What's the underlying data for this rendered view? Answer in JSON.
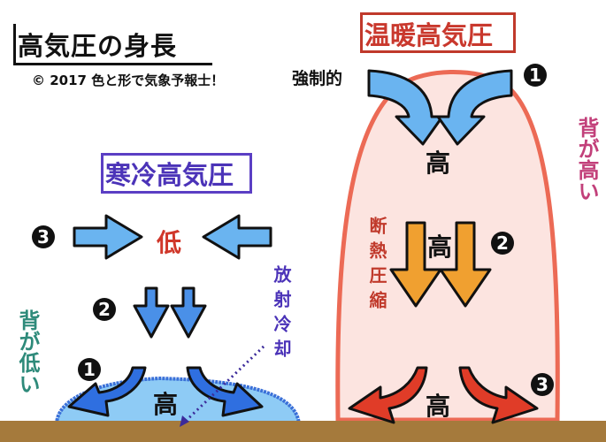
{
  "header": {
    "title": "高気圧の身長",
    "copyright": "© 2017  色と形で気象予報士！"
  },
  "warm_high": {
    "title": "温暖高気圧",
    "label_forced": "強制的",
    "marker_1": "1",
    "marker_2": "2",
    "marker_3": "3",
    "high_top": "高",
    "high_mid": "高",
    "high_bottom": "高",
    "adiabatic_label": "断熱圧縮",
    "tall_label": "背が高い"
  },
  "cold_high": {
    "title": "寒冷高気圧",
    "low_label": "低",
    "high_label": "高",
    "marker_1": "1",
    "marker_2": "2",
    "marker_3": "3",
    "radiative_label": "放射冷却",
    "short_label": "背が低い"
  },
  "colors": {
    "warm_fill": "#fce4e0",
    "warm_edge": "#ec6a55",
    "cold_fill": "#8ecbf5",
    "cold_edge": "#3a70d8",
    "ground": "#a57a3c",
    "arrow_light_blue": "#6ab4f0",
    "arrow_blue": "#2f6fe0",
    "arrow_orange": "#f0a030",
    "arrow_red": "#e03c28"
  }
}
